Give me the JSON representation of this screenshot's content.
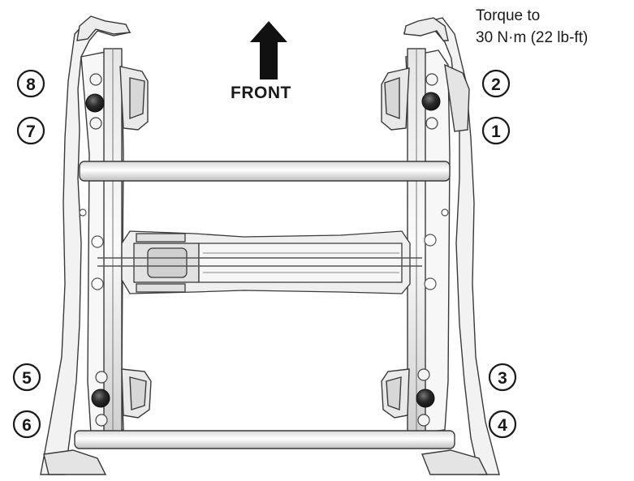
{
  "diagram": {
    "front_label": "FRONT",
    "torque_line1": "Torque to",
    "torque_line2": "30 N·m (22 lb-ft)",
    "callouts": [
      {
        "id": "1",
        "label": "1"
      },
      {
        "id": "2",
        "label": "2"
      },
      {
        "id": "3",
        "label": "3"
      },
      {
        "id": "4",
        "label": "4"
      },
      {
        "id": "5",
        "label": "5"
      },
      {
        "id": "6",
        "label": "6"
      },
      {
        "id": "7",
        "label": "7"
      },
      {
        "id": "8",
        "label": "8"
      }
    ]
  },
  "colors": {
    "frame_fill": "#f2f2f2",
    "frame_stroke": "#3a3a3a",
    "bolt_dark": "#2b2b2b",
    "arrow": "#111111"
  }
}
